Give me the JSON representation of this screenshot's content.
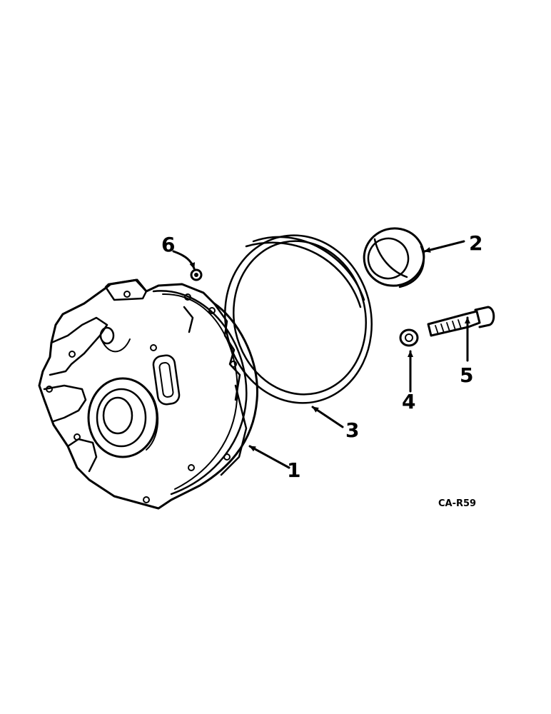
{
  "callouts": [
    "1",
    "2",
    "3",
    "4",
    "5",
    "6"
  ],
  "drawing_code": "CA-R59",
  "colors": {
    "ink": "#000000",
    "paper": "#ffffff"
  }
}
